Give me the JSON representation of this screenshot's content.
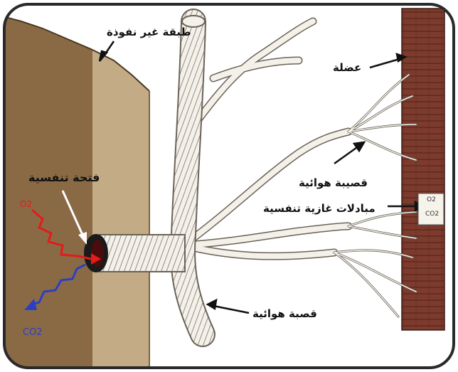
{
  "labels": {
    "impermeable_layer": "طبقة غير نفوذة",
    "muscle": "عضلة",
    "spiracle": "فتحة تنفسية",
    "tracheole": "قصيبة هوائية",
    "gas_exchange": "مبادلات غازية تنفسية",
    "trachea": "قصبة هوائية"
  },
  "gases": {
    "o2_in": "O2",
    "co2_out": "CO2",
    "o2_box": "O2",
    "co2_box": "CO2"
  },
  "colors": {
    "soil_dark": "#8a6a45",
    "soil_light": "#c2ab85",
    "muscle": "#7a3a2c",
    "o2_arrow": "#e21b1b",
    "co2_arrow": "#2b3fc4",
    "frame": "#2a2a2a"
  }
}
